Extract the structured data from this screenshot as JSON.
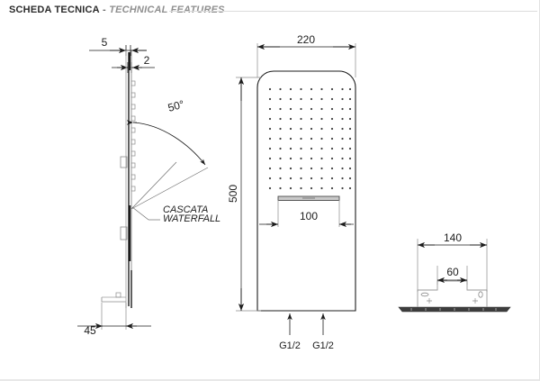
{
  "header": {
    "title_main": "SCHEDA TECNICA",
    "title_sep": " - ",
    "title_sub": "TECHNICAL FEATURES"
  },
  "views": {
    "side": {
      "name": "side-elevation-view",
      "dims": {
        "thickness_outer": "5",
        "thickness_inner": "2",
        "angle": "50°",
        "base_depth": "45"
      },
      "callout": {
        "line1": "CASCATA",
        "line2": "WATERFALL"
      }
    },
    "front": {
      "name": "front-view",
      "dims": {
        "width": "220",
        "height": "500",
        "waterfall_width": "100"
      },
      "ports": [
        "G1/2",
        "G1/2"
      ]
    },
    "top": {
      "name": "top-detail-view",
      "dims": {
        "width": "140",
        "inner_width": "60"
      }
    }
  },
  "colors": {
    "line": "#1c1c1c",
    "thin_line": "#6e6e6e",
    "light_line": "#a8a8a8",
    "header_bold": "#2b2b2b",
    "header_italic": "#8f8f8f",
    "rule": "#dcdcdc"
  }
}
